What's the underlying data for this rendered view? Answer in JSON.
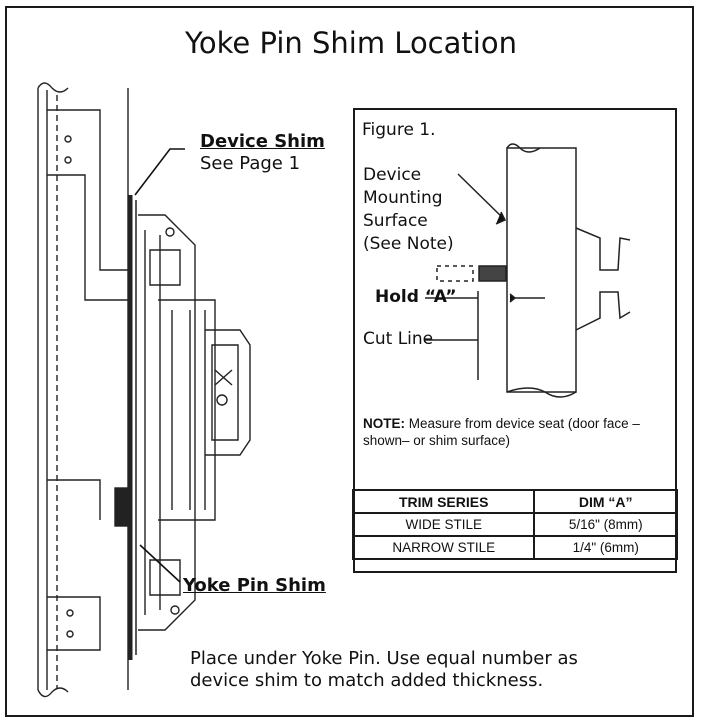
{
  "title": "Yoke Pin Shim Location",
  "device_shim": {
    "heading": "Device Shim",
    "subtext": "See Page 1"
  },
  "yoke_pin_shim": {
    "heading": "Yoke Pin Shim"
  },
  "figure": {
    "label": "Figure 1.",
    "surface_lines": [
      "Device",
      "Mounting",
      "Surface",
      "(See Note)"
    ],
    "hold_label": "Hold “A”",
    "cut_label": "Cut Line",
    "note_label": "NOTE:",
    "note_text": " Measure from device seat (door face –shown– or shim surface)"
  },
  "table": {
    "headers": [
      "TRIM SERIES",
      "DIM “A”"
    ],
    "rows": [
      [
        "WIDE STILE",
        "5/16\" (8mm)"
      ],
      [
        "NARROW STILE",
        "1/4\" (6mm)"
      ]
    ]
  },
  "instructions": [
    "Place under  Yoke Pin.  Use equal number as",
    "device shim to match added thickness."
  ]
}
